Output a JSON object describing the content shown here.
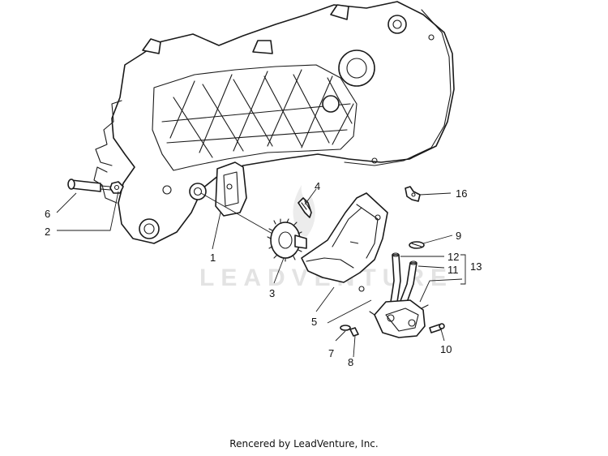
{
  "watermark": "LEADVENTURE",
  "credit": "Rencered by LeadVenture, Inc.",
  "callouts": [
    "1",
    "2",
    "3",
    "4",
    "5",
    "6",
    "7",
    "8",
    "9",
    "10",
    "11",
    "12",
    "13",
    "16"
  ]
}
